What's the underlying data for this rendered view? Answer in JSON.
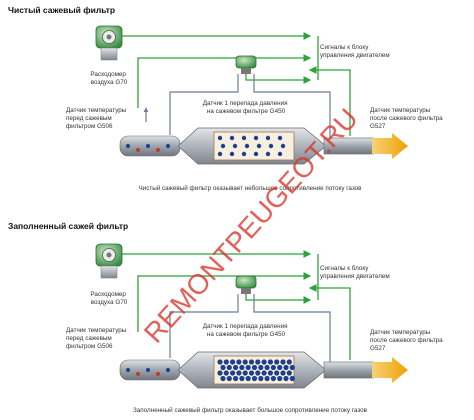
{
  "watermark": "REMONTPEUGEOT.RU",
  "colors": {
    "signal_line": "#2fa33a",
    "pressure_line": "#6a7e9a",
    "exhaust_arrow": "#f0a000",
    "soot": "#1c3f8f",
    "housing": "#b9bec4"
  },
  "panels": [
    {
      "title": "Чистый сажевый фильтр",
      "airflow_sensor": [
        "Расходомер",
        "воздуха G70"
      ],
      "signals": [
        "Сигналы к блоку",
        "управления двигателем"
      ],
      "pressure_sensor": [
        "Датчик 1 перепада давления",
        "на сажевом фильтре G450"
      ],
      "temp_before": [
        "Датчик температуры",
        "перед сажевым",
        "фильтром G506"
      ],
      "temp_after": [
        "Датчик температуры",
        "после сажевого фильтра",
        "G527"
      ],
      "caption": "Чистый сажевый фильтр оказывает небольшое сопротивление потоку газов",
      "soot_level": "low"
    },
    {
      "title": "Заполненный сажей фильтр",
      "airflow_sensor": [
        "Расходомер",
        "воздуха G70"
      ],
      "signals": [
        "Сигналы к блоку",
        "управления двигателем"
      ],
      "pressure_sensor": [
        "Датчик 1 перепада давления",
        "на сажевом фильтре G450"
      ],
      "temp_before": [
        "Датчик температуры",
        "перед сажевым",
        "фильтром G506"
      ],
      "temp_after": [
        "Датчик температуры",
        "после сажевого фильтра",
        "G527"
      ],
      "caption": "Заполненный сажевый фильтр оказывает большое сопротивление потоку газов",
      "soot_level": "high"
    }
  ]
}
